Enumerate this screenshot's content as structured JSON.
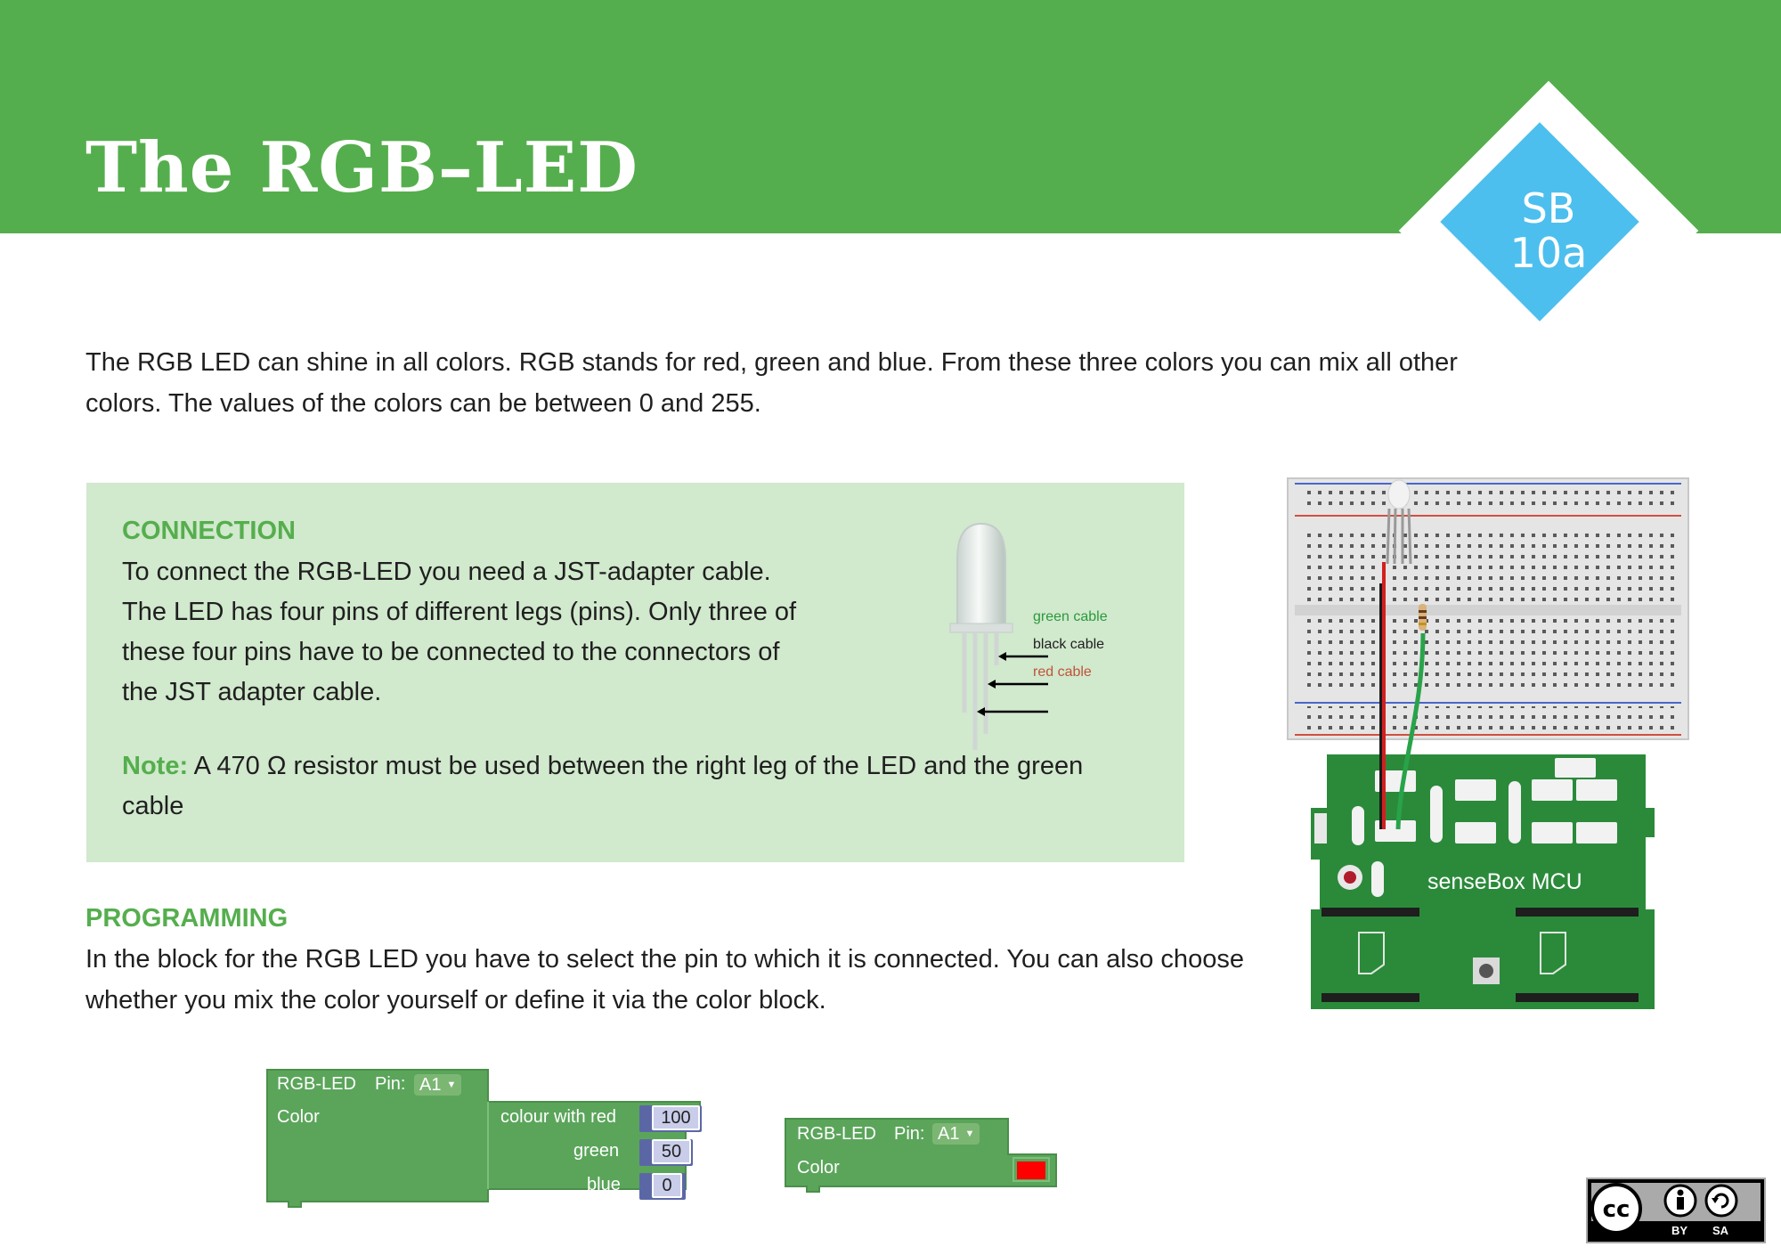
{
  "header": {
    "title": "The RGB–LED",
    "badge_line1": "SB",
    "badge_line2": "10a"
  },
  "intro": "The RGB LED can shine in all colors. RGB stands for red, green and blue. From these three colors you can mix all other colors. The values of the colors can be between 0 and 255.",
  "connection": {
    "heading": "CONNECTION",
    "text": "To connect the RGB-LED you need a JST-adapter cable. The LED has four pins of different legs (pins). Only three of these four pins have to be connected to the connectors of the JST adapter cable.",
    "note_label": "Note:",
    "note_text": "A 470 Ω resistor must be used between the right leg of the LED and the green cable",
    "cables": [
      {
        "label": "green cable",
        "color": "#2a9a3c"
      },
      {
        "label": "black cable",
        "color": "#1f1f1f"
      },
      {
        "label": "red cable",
        "color": "#c0533a"
      }
    ]
  },
  "board": {
    "label": "senseBox MCU"
  },
  "programming": {
    "heading": "PROGRAMMING",
    "text": "In the block for the RGB LED you have to select the pin to which it is connected. You can also choose whether you mix the color yourself or define it via the color block."
  },
  "block1": {
    "title": "RGB-LED",
    "pin_label": "Pin:",
    "pin_value": "A1",
    "color_label": "Color",
    "mix_label": "colour with red",
    "red": "100",
    "green_label": "green",
    "green": "50",
    "blue_label": "blue",
    "blue": "0"
  },
  "block2": {
    "title": "RGB-LED",
    "pin_label": "Pin:",
    "pin_value": "A1",
    "color_label": "Color",
    "swatch_color": "#ff0000"
  },
  "license": {
    "by": "BY",
    "sa": "SA"
  },
  "colors": {
    "brand_green": "#55ae4d",
    "badge_blue": "#4dbfee",
    "box_green": "#d1e9cd",
    "block_green": "#5ba55b",
    "block_purple": "#5b67a5"
  }
}
